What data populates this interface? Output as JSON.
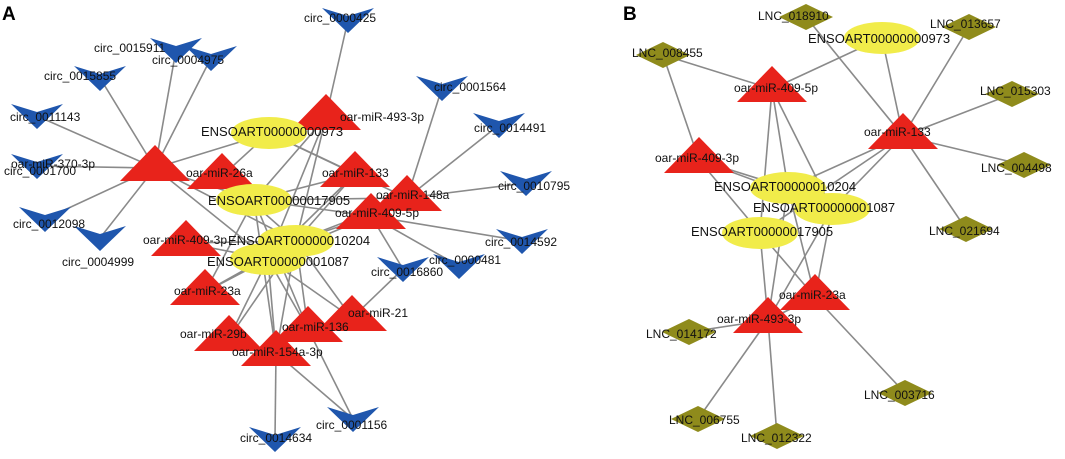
{
  "colors": {
    "mirna": "#e8231b",
    "circrna": "#1f56ad",
    "lncrna": "#8f8b1c",
    "mrna": "#f1ec4a",
    "edge": "#8a8a8a"
  },
  "panels": {
    "A": {
      "letter": "A",
      "nodes": {
        "m370": {
          "label": "oar-miR-370-3p",
          "type": "mirna"
        },
        "m26a": {
          "label": "oar-miR-26a",
          "type": "mirna"
        },
        "m493": {
          "label": "oar-miR-493-3p",
          "type": "mirna"
        },
        "m133": {
          "label": "oar-miR-133",
          "type": "mirna"
        },
        "m148": {
          "label": "oar-miR-148a",
          "type": "mirna"
        },
        "m4095": {
          "label": "oar-miR-409-5p",
          "type": "mirna"
        },
        "m4093": {
          "label": "oar-miR-409-3p",
          "type": "mirna"
        },
        "m23a": {
          "label": "oar-miR-23a",
          "type": "mirna"
        },
        "m21": {
          "label": "oar-miR-21",
          "type": "mirna"
        },
        "m136": {
          "label": "oar-miR-136",
          "type": "mirna"
        },
        "m29b": {
          "label": "oar-miR-29b",
          "type": "mirna"
        },
        "m154": {
          "label": "oar-miR-154a-3p",
          "type": "mirna"
        },
        "e973": {
          "label": "ENSOART00000000973",
          "type": "mrna"
        },
        "e17905": {
          "label": "ENSOART00000017905",
          "type": "mrna"
        },
        "e10204": {
          "label": "ENSOART00000010204",
          "type": "mrna"
        },
        "e1087": {
          "label": "ENSOART00000001087",
          "type": "mrna"
        },
        "c425": {
          "label": "circ_0000425",
          "type": "circrna"
        },
        "c5911": {
          "label": "circ_0015911",
          "type": "circrna"
        },
        "c4975": {
          "label": "circ_0004975",
          "type": "circrna"
        },
        "c5855": {
          "label": "circ_0015855",
          "type": "circrna"
        },
        "c1143": {
          "label": "circ_0011143",
          "type": "circrna"
        },
        "c1700": {
          "label": "circ_0001700",
          "type": "circrna"
        },
        "c2098": {
          "label": "circ_0012098",
          "type": "circrna"
        },
        "c4999": {
          "label": "circ_0004999",
          "type": "circrna"
        },
        "c1564": {
          "label": "circ_0001564",
          "type": "circrna"
        },
        "c4491": {
          "label": "circ_0014491",
          "type": "circrna"
        },
        "c0795": {
          "label": "circ_0010795",
          "type": "circrna"
        },
        "c4592": {
          "label": "circ_0014592",
          "type": "circrna"
        },
        "c6860": {
          "label": "circ_0016860",
          "type": "circrna"
        },
        "c0481": {
          "label": "circ_0000481",
          "type": "circrna"
        },
        "c4634": {
          "label": "circ_0014634",
          "type": "circrna"
        },
        "c1156": {
          "label": "circ_0001156",
          "type": "circrna"
        }
      },
      "edges": [
        [
          "c5911",
          "m370"
        ],
        [
          "c4975",
          "m370"
        ],
        [
          "c5855",
          "m370"
        ],
        [
          "c1143",
          "m370"
        ],
        [
          "c1700",
          "m370"
        ],
        [
          "c2098",
          "m370"
        ],
        [
          "c4999",
          "m370"
        ],
        [
          "m370",
          "e973"
        ],
        [
          "m370",
          "e17905"
        ],
        [
          "m370",
          "e10204"
        ],
        [
          "m370",
          "e1087"
        ],
        [
          "c425",
          "m493"
        ],
        [
          "m493",
          "e973"
        ],
        [
          "m493",
          "e17905"
        ],
        [
          "m493",
          "e10204"
        ],
        [
          "m493",
          "e1087"
        ],
        [
          "m26a",
          "e973"
        ],
        [
          "m26a",
          "e17905"
        ],
        [
          "m26a",
          "e10204"
        ],
        [
          "m133",
          "e17905"
        ],
        [
          "m133",
          "e10204"
        ],
        [
          "m133",
          "e1087"
        ],
        [
          "m133",
          "e973"
        ],
        [
          "c1564",
          "m148"
        ],
        [
          "c4491",
          "m148"
        ],
        [
          "c0795",
          "m148"
        ],
        [
          "m148",
          "e17905"
        ],
        [
          "m148",
          "e10204"
        ],
        [
          "m148",
          "e973"
        ],
        [
          "m4095",
          "c4592"
        ],
        [
          "m4095",
          "c6860"
        ],
        [
          "m4095",
          "c0481"
        ],
        [
          "m4095",
          "e10204"
        ],
        [
          "m4095",
          "e17905"
        ],
        [
          "m4095",
          "e1087"
        ],
        [
          "m4093",
          "e10204"
        ],
        [
          "m4093",
          "e1087"
        ],
        [
          "m23a",
          "e10204"
        ],
        [
          "m23a",
          "e1087"
        ],
        [
          "m23a",
          "e17905"
        ],
        [
          "m21",
          "e10204"
        ],
        [
          "m21",
          "e1087"
        ],
        [
          "m21",
          "c6860"
        ],
        [
          "m136",
          "e10204"
        ],
        [
          "m136",
          "e1087"
        ],
        [
          "m136",
          "c1156"
        ],
        [
          "m136",
          "e17905"
        ],
        [
          "m29b",
          "e10204"
        ],
        [
          "m29b",
          "e1087"
        ],
        [
          "m154",
          "e10204"
        ],
        [
          "m154",
          "e1087"
        ],
        [
          "m154",
          "c4634"
        ],
        [
          "m154",
          "c1156"
        ],
        [
          "m154",
          "e17905"
        ]
      ]
    },
    "B": {
      "letter": "B",
      "nodes": {
        "m4095": {
          "label": "oar-miR-409-5p",
          "type": "mirna"
        },
        "m133": {
          "label": "oar-miR-133",
          "type": "mirna"
        },
        "m4093": {
          "label": "oar-miR-409-3p",
          "type": "mirna"
        },
        "m23a": {
          "label": "oar-miR-23a",
          "type": "mirna"
        },
        "m493": {
          "label": "oar-miR-493-3p",
          "type": "mirna"
        },
        "e973": {
          "label": "ENSOART00000000973",
          "type": "mrna"
        },
        "e10204": {
          "label": "ENSOART00000010204",
          "type": "mrna"
        },
        "e1087": {
          "label": "ENSOART00000001087",
          "type": "mrna"
        },
        "e17905": {
          "label": "ENSOART00000017905",
          "type": "mrna"
        },
        "l8910": {
          "label": "LNC_018910",
          "type": "lncrna"
        },
        "l3657": {
          "label": "LNC_013657",
          "type": "lncrna"
        },
        "l8455": {
          "label": "LNC_008455",
          "type": "lncrna"
        },
        "l5303": {
          "label": "LNC_015303",
          "type": "lncrna"
        },
        "l4498": {
          "label": "LNC_004498",
          "type": "lncrna"
        },
        "l1694": {
          "label": "LNC_021694",
          "type": "lncrna"
        },
        "l4172": {
          "label": "LNC_014172",
          "type": "lncrna"
        },
        "l6755": {
          "label": "LNC_006755",
          "type": "lncrna"
        },
        "l2322": {
          "label": "LNC_012322",
          "type": "lncrna"
        },
        "l3716": {
          "label": "LNC_003716",
          "type": "lncrna"
        }
      },
      "edges": [
        [
          "l8455",
          "m4095"
        ],
        [
          "l8455",
          "m4093"
        ],
        [
          "l8910",
          "m133"
        ],
        [
          "l3657",
          "m133"
        ],
        [
          "l5303",
          "m133"
        ],
        [
          "l4498",
          "m133"
        ],
        [
          "l1694",
          "m133"
        ],
        [
          "m4095",
          "e10204"
        ],
        [
          "m4095",
          "e17905"
        ],
        [
          "m4095",
          "e1087"
        ],
        [
          "m4095",
          "e973"
        ],
        [
          "m133",
          "e973"
        ],
        [
          "m133",
          "e10204"
        ],
        [
          "m133",
          "e17905"
        ],
        [
          "m133",
          "e1087"
        ],
        [
          "m4093",
          "e10204"
        ],
        [
          "m4093",
          "e17905"
        ],
        [
          "m4093",
          "e1087"
        ],
        [
          "m23a",
          "e10204"
        ],
        [
          "m23a",
          "e17905"
        ],
        [
          "m23a",
          "e1087"
        ],
        [
          "m23a",
          "l3716"
        ],
        [
          "m23a",
          "m493"
        ],
        [
          "m493",
          "e10204"
        ],
        [
          "m493",
          "e17905"
        ],
        [
          "m493",
          "e1087"
        ],
        [
          "m493",
          "l4172"
        ],
        [
          "m493",
          "l6755"
        ],
        [
          "m493",
          "l2322"
        ]
      ]
    }
  }
}
